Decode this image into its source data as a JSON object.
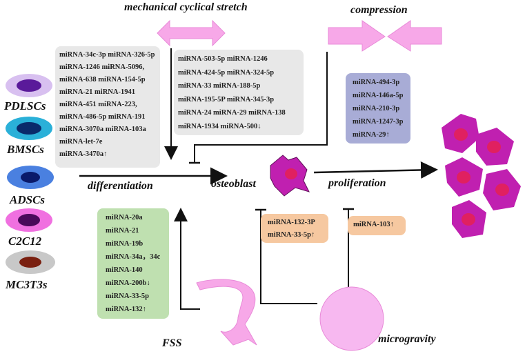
{
  "titles": {
    "stretch": "mechanical cyclical stretch",
    "compression": "compression",
    "differentiation": "differentiation",
    "osteoblast": "osteoblast",
    "proliferation": "proliferation",
    "fss": "FSS",
    "microgravity": "microgravity"
  },
  "cells": [
    {
      "label": "PDLSCs",
      "color": "#b07ad8"
    },
    {
      "label": "BMSCs",
      "color": "#1aa6c8"
    },
    {
      "label": "ADSCs",
      "color": "#2f5fc8"
    },
    {
      "label": "C2C12",
      "color": "#e04cd0"
    },
    {
      "label": "MC3T3s",
      "color": "#8a3a2a"
    }
  ],
  "boxes": {
    "differentiation_left": [
      "miRNA-34c-3p miRNA-326-5p",
      "miRNA-1246 miRNA-5096,",
      "miRNA-638 miRNA-154-5p",
      "miRNA-21 miRNA-1941",
      "miRNA-451 miRNA-223,",
      "miRNA-486-5p miRNA-191",
      "miRNA-3070a miRNA-103a",
      "miRNA-let-7e",
      "miRNA-3470a↑"
    ],
    "differentiation_right": [
      "miRNA-503-5p miRNA-1246",
      "miRNA-424-5p miRNA-324-5p",
      "miRNA-33 miRNA-188-5p",
      "miRNA-195-5P miRNA-345-3p",
      "miRNA-24 miRNA-29 miRNA-138",
      "miRNA-1934 miRNA-500↓"
    ],
    "compression": [
      "miRNA-494-3p",
      "miRNA-146a-5p",
      "miRNA-210-3p",
      "miRNA-1247-3p",
      "miRNA-29↑"
    ],
    "fss": [
      "miRNA-20a",
      "miRNA-21",
      "miRNA-19b",
      "miRNA-34a，34c",
      "miRNA-140",
      "miRNA-200b↓",
      "miRNA-33-5p",
      "miRNA-132↑"
    ],
    "microgravity_osteo": [
      "miRNA-132-3P",
      "miRNA-33-5p↑"
    ],
    "microgravity_prolif": [
      "miRNA-103↑"
    ]
  },
  "colors": {
    "pink": "#f7a8e8",
    "cell_magenta": "#c020b0",
    "cell_nucleus": "#e02060"
  }
}
